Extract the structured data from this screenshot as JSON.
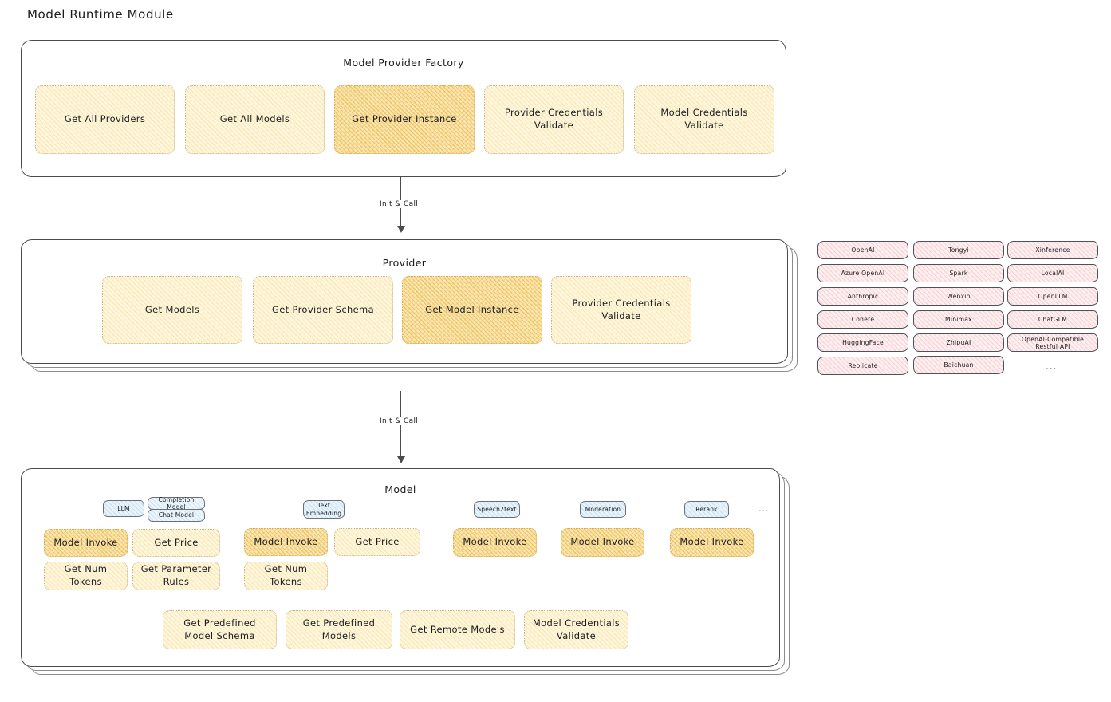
{
  "page": {
    "title": "Model Runtime Module"
  },
  "factory": {
    "title": "Model Provider Factory",
    "nodes": [
      {
        "label": "Get All Providers",
        "accent": false
      },
      {
        "label": "Get All Models",
        "accent": false
      },
      {
        "label": "Get Provider Instance",
        "accent": true
      },
      {
        "label": "Provider Credentials Validate",
        "accent": false
      },
      {
        "label": "Model Credentials Validate",
        "accent": false
      }
    ]
  },
  "arrows": [
    {
      "label": "Init & Call"
    },
    {
      "label": "Init & Call"
    }
  ],
  "provider": {
    "title": "Provider",
    "nodes": [
      {
        "label": "Get Models",
        "accent": false
      },
      {
        "label": "Get Provider Schema",
        "accent": false
      },
      {
        "label": "Get Model Instance",
        "accent": true
      },
      {
        "label": "Provider Credentials Validate",
        "accent": false
      }
    ]
  },
  "provider_list": {
    "columns": [
      [
        "OpenAI",
        "Azure OpenAI",
        "Anthropic",
        "Cohere",
        "HuggingFace",
        "Replicate"
      ],
      [
        "Tongyi",
        "Spark",
        "Wenxin",
        "Minimax",
        "ZhipuAI",
        "Baichuan"
      ],
      [
        "Xinference",
        "LocalAI",
        "OpenLLM",
        "ChatGLM",
        "OpenAI-Compatible Restful API"
      ]
    ],
    "more": "..."
  },
  "model": {
    "title": "Model",
    "more": "...",
    "groups": [
      {
        "badge": "LLM",
        "sub_badges": [
          "Completion Model",
          "Chat Model"
        ],
        "nodes": [
          {
            "label": "Model Invoke",
            "accent": true
          },
          {
            "label": "Get Price",
            "accent": false
          },
          {
            "label": "Get Num Tokens",
            "accent": false
          },
          {
            "label": "Get Parameter Rules",
            "accent": false
          }
        ]
      },
      {
        "badge": "Text Embedding",
        "sub_badges": [],
        "nodes": [
          {
            "label": "Model Invoke",
            "accent": true
          },
          {
            "label": "Get Price",
            "accent": false
          },
          {
            "label": "Get Num Tokens",
            "accent": false
          }
        ]
      },
      {
        "badge": "Speech2text",
        "sub_badges": [],
        "nodes": [
          {
            "label": "Model Invoke",
            "accent": true
          }
        ]
      },
      {
        "badge": "Moderation",
        "sub_badges": [],
        "nodes": [
          {
            "label": "Model Invoke",
            "accent": true
          }
        ]
      },
      {
        "badge": "Rerank",
        "sub_badges": [],
        "nodes": [
          {
            "label": "Model Invoke",
            "accent": true
          }
        ]
      }
    ],
    "common_nodes": [
      {
        "label": "Get Predefined Model Schema"
      },
      {
        "label": "Get Predefined Models"
      },
      {
        "label": "Get Remote Models"
      },
      {
        "label": "Model Credentials Validate"
      }
    ]
  },
  "colors": {
    "node_fill": "#fdf6dd",
    "node_accent_fill": "#fae7b6",
    "badge_fill": "#e8f3fb",
    "pill_fill": "#fdeef0",
    "stroke": "#4a4a4f"
  }
}
